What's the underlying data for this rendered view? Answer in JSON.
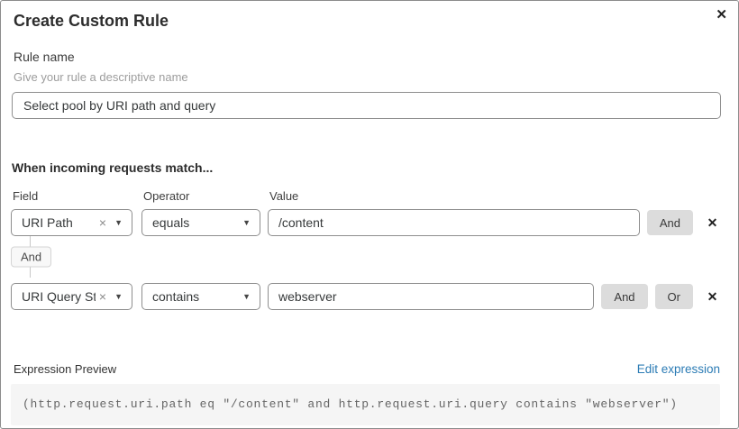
{
  "dialog": {
    "title": "Create Custom Rule"
  },
  "icons": {
    "close": "✕",
    "remove": "✕",
    "clear": "×",
    "caret": "▼"
  },
  "rule_name": {
    "label": "Rule name",
    "hint": "Give your rule a descriptive name",
    "value": "Select pool by URI path and query"
  },
  "matcher": {
    "heading": "When incoming requests match...",
    "columns": {
      "field": "Field",
      "operator": "Operator",
      "value": "Value"
    },
    "conditions": [
      {
        "field": "URI Path",
        "operator": "equals",
        "value": "/content",
        "buttons": [
          "And"
        ]
      },
      {
        "field": "URI Query St...",
        "operator": "contains",
        "value": "webserver",
        "buttons": [
          "And",
          "Or"
        ]
      }
    ],
    "connector_label": "And"
  },
  "preview": {
    "label": "Expression Preview",
    "edit_link": "Edit expression",
    "expression": "(http.request.uri.path eq \"/content\" and http.request.uri.query contains \"webserver\")"
  },
  "colors": {
    "link_blue": "#2c7cb5",
    "button_gray": "#dcdcdc",
    "input_border": "#8e8e8e",
    "code_background": "#f5f5f5"
  }
}
